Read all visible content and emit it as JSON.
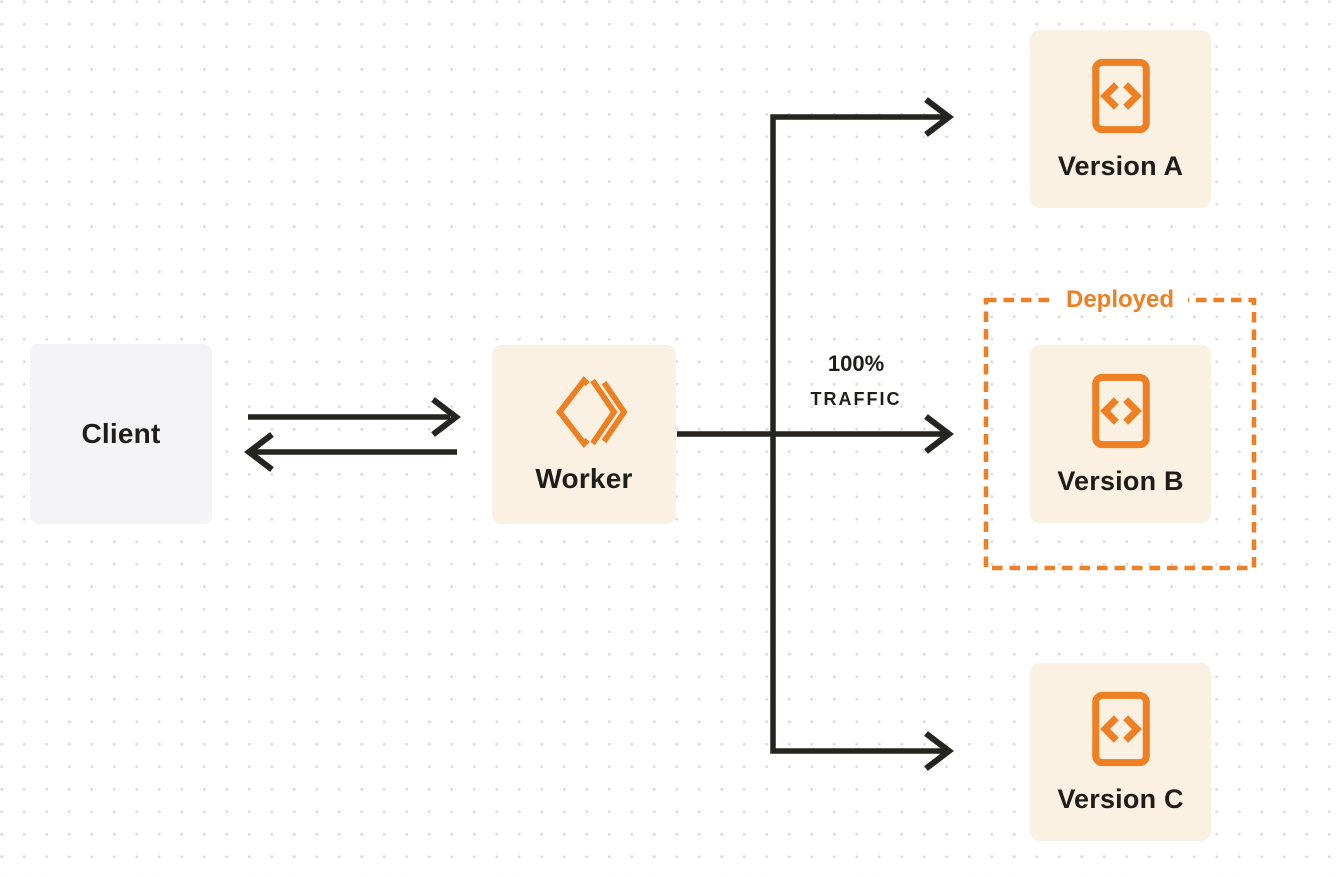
{
  "diagram": {
    "nodes": {
      "client": {
        "label": "Client"
      },
      "worker": {
        "label": "Worker"
      }
    },
    "versions": [
      {
        "id": "version-a",
        "label": "Version A"
      },
      {
        "id": "version-b",
        "label": "Version B"
      },
      {
        "id": "version-c",
        "label": "Version C"
      }
    ],
    "groups": {
      "deployed": {
        "label": "Deployed"
      }
    },
    "edge_labels": {
      "traffic": {
        "line1": "100%",
        "line2": "TRAFFIC"
      }
    }
  },
  "icons": {
    "worker_logo": "cloudflare-workers-logo-icon",
    "version_icon": "code-file-icon"
  },
  "colors": {
    "accent": "#EE7F22",
    "node_bg": "#FBF1E2",
    "client_bg": "#F4F4F6",
    "line": "#26241E",
    "text": "#1E1D1A",
    "page_bg": "#FFFFFF",
    "dot": "#DEDEDE"
  }
}
